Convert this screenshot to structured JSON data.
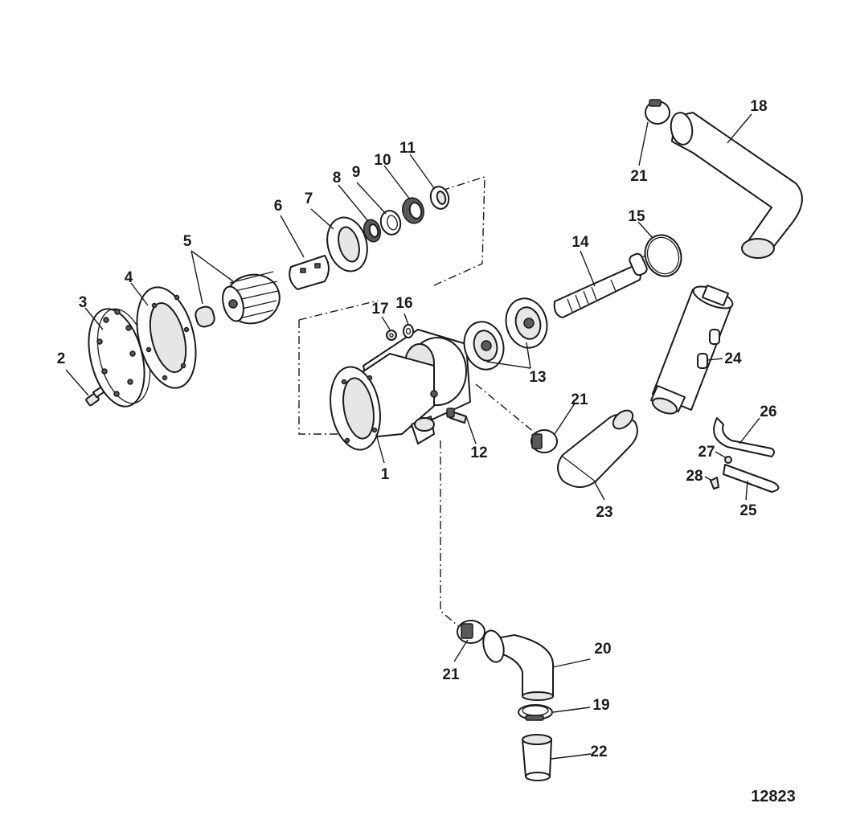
{
  "figure_number": "12823",
  "callouts": {
    "c1": "1",
    "c2": "2",
    "c3": "3",
    "c4": "4",
    "c5": "5",
    "c6": "6",
    "c7": "7",
    "c8": "8",
    "c9": "9",
    "c10": "10",
    "c11": "11",
    "c12": "12",
    "c13": "13",
    "c14": "14",
    "c15": "15",
    "c16": "16",
    "c17": "17",
    "c18": "18",
    "c19": "19",
    "c20": "20",
    "c21a": "21",
    "c21b": "21",
    "c21c": "21",
    "c22": "22",
    "c23": "23",
    "c24": "24",
    "c25": "25",
    "c26": "26",
    "c27": "27",
    "c28": "28"
  }
}
